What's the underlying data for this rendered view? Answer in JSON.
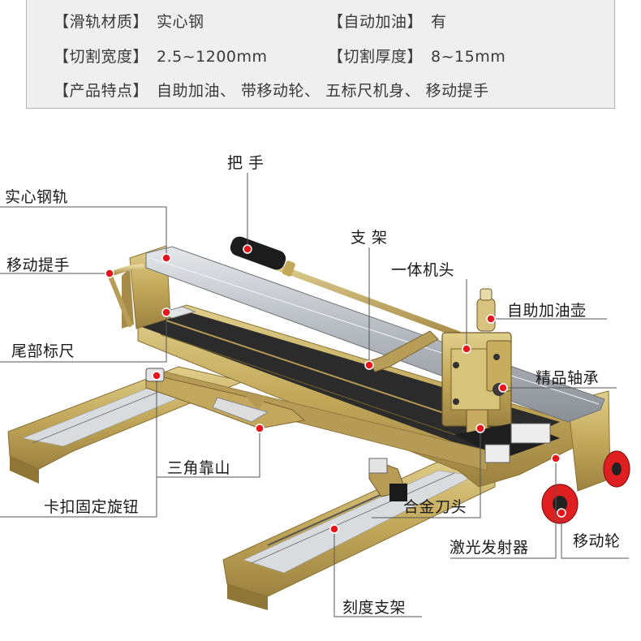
{
  "specs": [
    {
      "key": "【滑轨材质】",
      "value": "实心钢"
    },
    {
      "key": "【自动加油】",
      "value": "有"
    },
    {
      "key": "【切割宽度】",
      "value": "2.5~1200mm"
    },
    {
      "key": "【切割厚度】",
      "value": "8~15mm"
    },
    {
      "key": "【产品特点】",
      "value": "自助加油、 带移动轮、 五标尺机身、 移动提手"
    }
  ],
  "callouts": {
    "handle": "把 手",
    "solid_rail": "实心钢轨",
    "carry_handle": "移动提手",
    "bracket": "支 架",
    "cutter_head": "一体机头",
    "oil_pot": "自助加油壶",
    "tail_ruler": "尾部标尺",
    "bearing": "精品轴承",
    "triangle_stop": "三角靠山",
    "clamp_knob": "卡扣固定旋钮",
    "alloy_blade": "合金刀头",
    "laser": "激光发射器",
    "wheel": "移动轮",
    "scale_support": "刻度支架"
  },
  "colors": {
    "accent_dot": "#e8161b",
    "callout_line": "#555555",
    "gold": "#c8b26a",
    "steel": "#b9bec4",
    "belt": "#2b2b2b",
    "wheel": "#e02020"
  }
}
